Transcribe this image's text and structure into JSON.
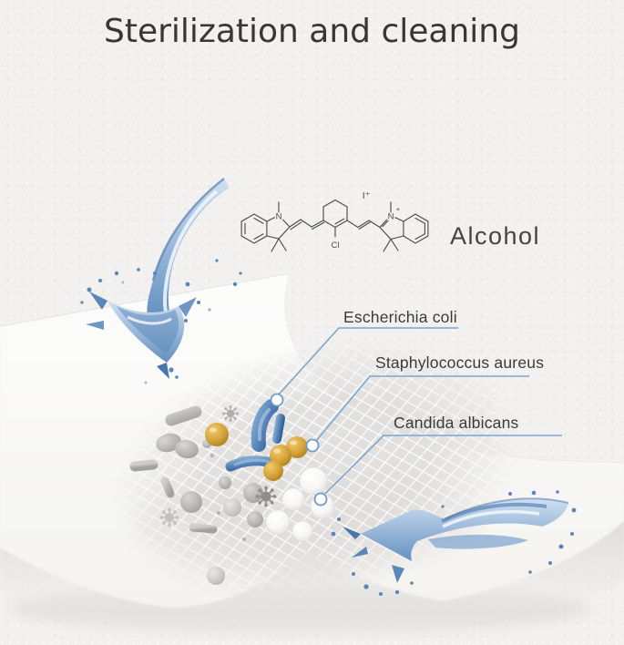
{
  "title": "Sterilization and cleaning",
  "chemical": {
    "compound_label": "Alcohol",
    "atoms": {
      "n_left": "N",
      "n_right": "N",
      "n_right_charge": "+",
      "chlorine": "Cl",
      "iodide": "I⁺"
    }
  },
  "callouts": [
    {
      "id": "escherichia-coli",
      "label": "Escherichia coli"
    },
    {
      "id": "staphylococcus-aureus",
      "label": "Staphylococcus aureus"
    },
    {
      "id": "candida-albicans",
      "label": "Candida albicans"
    }
  ],
  "illustration": {
    "wipe_sheet": "mesh-wipe-sheet",
    "splash_top_left": "water-splash-arrow-down-icon",
    "splash_bottom_right": "water-splash-arrow-left-icon"
  },
  "colors": {
    "background": "#f2f1ef",
    "title_text": "#3a3637",
    "label_text": "#3d393a",
    "callout_line": "#7ca6ce",
    "ecoli_blue": "#3e6da6",
    "staph_gold": "#d0a13b",
    "candida_white": "#f5f4f2",
    "microbe_gray": "#adacaa",
    "water_blue": "#4a79b2"
  }
}
